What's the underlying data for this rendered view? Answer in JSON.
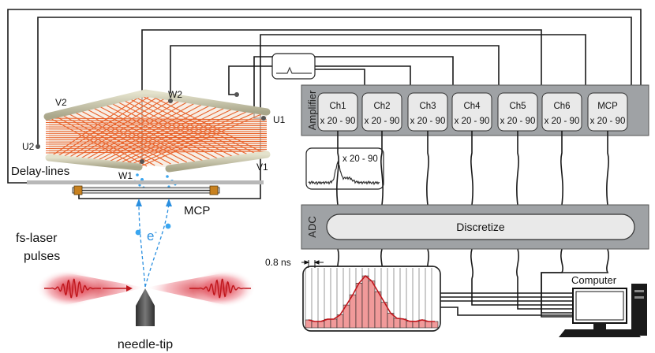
{
  "labels": {
    "v2": "V2",
    "w2": "W2",
    "u1": "U1",
    "u2": "U2",
    "v1": "V1",
    "w1": "W1",
    "delay_lines": "Delay-lines",
    "mcp_detector": "MCP",
    "electron": "e",
    "electron_sup": "-",
    "laser_line1": "fs-laser",
    "laser_line2": "pulses",
    "needle_tip": "needle-tip",
    "time_resolution": "0.8 ns",
    "computer": "Computer"
  },
  "amplifier": {
    "title": "Amplifier",
    "gain": "x 20 - 90",
    "channels": [
      {
        "name": "Ch1",
        "gain": "x 20 - 90"
      },
      {
        "name": "Ch2",
        "gain": "x 20 - 90"
      },
      {
        "name": "Ch3",
        "gain": "x 20 - 90"
      },
      {
        "name": "Ch4",
        "gain": "x 20 - 90"
      },
      {
        "name": "Ch5",
        "gain": "x 20 - 90"
      },
      {
        "name": "Ch6",
        "gain": "x 20 - 90"
      },
      {
        "name": "MCP",
        "gain": "x 20 - 90"
      }
    ]
  },
  "adc": {
    "title": "ADC",
    "discretize": "Discretize"
  },
  "colors": {
    "wire": "#e8622a",
    "rod": "#c9c6a8",
    "panel": "#9fa2a5",
    "channel_box": "#e9e9e9",
    "electron": "#2a8fe0",
    "laser": "#d01f2a",
    "histogram": "#f19a9a",
    "histogram_line": "#c0161c"
  }
}
